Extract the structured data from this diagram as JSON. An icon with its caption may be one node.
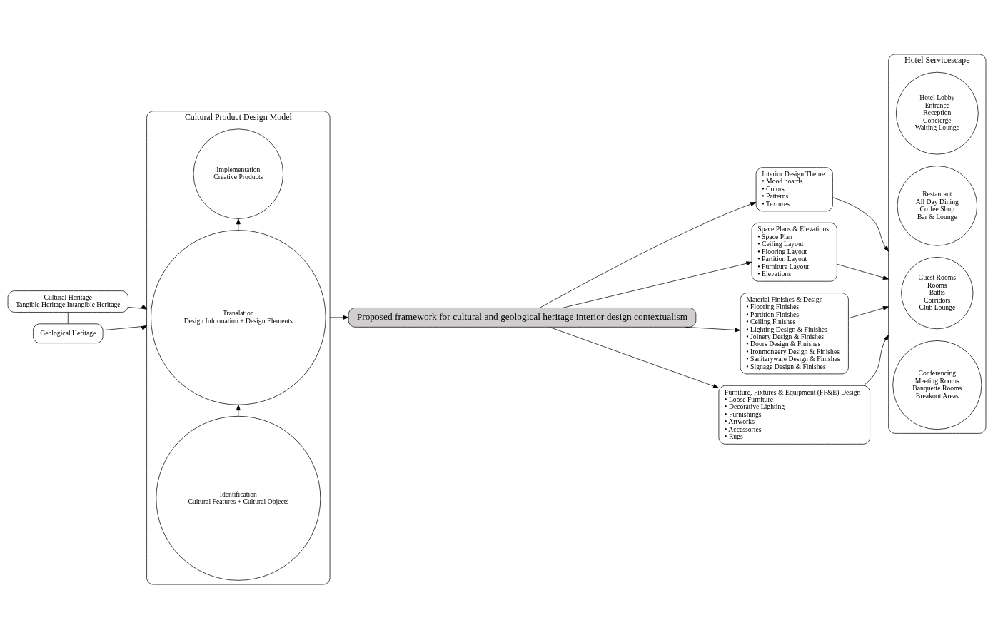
{
  "diagram": {
    "nodes": [
      {
        "text": [
          "Cultural Heritage",
          "Tangible Heritage Intangible Heritage"
        ]
      },
      {
        "text": [
          "Geological Heritage"
        ]
      },
      {
        "text": [
          "Cultural Product Design Model"
        ]
      },
      {
        "text": [
          "Identification",
          "Cultural Features + Cultural Objects"
        ],
        "in": 2
      },
      {
        "text": [
          "Translation",
          "Design Information + Design Elements"
        ],
        "in": 2
      },
      {
        "text": [
          "Implementation",
          "Creative Products"
        ],
        "in": 2
      },
      {
        "text": [
          "Proposed framework for cultural and geological heritage interior design contextualism"
        ]
      },
      {
        "text": [
          "Interior Design Theme",
          "• Mood boards",
          "• Colors",
          "• Patterns",
          "• Textures"
        ]
      },
      {
        "text": [
          "Space Plans & Elevations",
          "• Space Plan",
          "• Ceiling Layout",
          "• Flooring Layout",
          "• Partition Layout",
          "• Furniture Layout",
          "• Elevations"
        ]
      },
      {
        "text": [
          "Material Finishes & Design",
          "• Flooring Finishes",
          "• Partition Finishes",
          "• Ceiling Finishes",
          "• Lighting Design & Finishes",
          "• Joinery Design & Finishes",
          "• Doors Design & Finishes",
          "• Ironmongery Design & Finishes",
          "• Sanitaryware Design & Finishes",
          "• Signage Design & Finishes"
        ]
      },
      {
        "text": [
          "Furniture, Fixtures & Equipment (FF&E) Design",
          "• Loose Furniture",
          "• Decorative Lighting",
          "• Furnishings",
          "• Artworks",
          "• Accessories",
          "• Rugs"
        ]
      },
      {
        "text": [
          "Hotel Servicescape"
        ]
      },
      {
        "text": [
          "Hotel Lobby",
          "Entrance",
          "Reception",
          "Concierge",
          "Waiting Lounge"
        ],
        "in": 11
      },
      {
        "text": [
          "Restaurant",
          "All Day Dining",
          "Coffee Shop",
          "Bar & Lounge"
        ],
        "in": 11
      },
      {
        "text": [
          "Guest Rooms",
          "Rooms",
          "Baths",
          "Corridors",
          "Club Lounge"
        ],
        "in": 11
      },
      {
        "text": [
          "Conferencing",
          "Meeting Rooms",
          "Banquette Rooms",
          "Breakout Areas"
        ],
        "in": 11
      }
    ],
    "edges": [
      {
        "from": 0,
        "to": 1,
        "arrow": "none"
      },
      {
        "from": 0,
        "to": 2,
        "arrow": "to"
      },
      {
        "from": 1,
        "to": 2,
        "arrow": "to"
      },
      {
        "from": 3,
        "to": 4,
        "arrow": "to"
      },
      {
        "from": 4,
        "to": 5,
        "arrow": "to"
      },
      {
        "from": 2,
        "to": 6,
        "arrow": "to"
      },
      {
        "from": 6,
        "to": 7,
        "arrow": "to"
      },
      {
        "from": 6,
        "to": 8,
        "arrow": "to"
      },
      {
        "from": 6,
        "to": 9,
        "arrow": "to"
      },
      {
        "from": 6,
        "to": 10,
        "arrow": "to"
      },
      {
        "from": 7,
        "to": 11,
        "arrow": "to"
      },
      {
        "from": 8,
        "to": 11,
        "arrow": "to"
      },
      {
        "from": 9,
        "to": 11,
        "arrow": "to"
      },
      {
        "from": 10,
        "to": 11,
        "arrow": "to"
      }
    ]
  }
}
